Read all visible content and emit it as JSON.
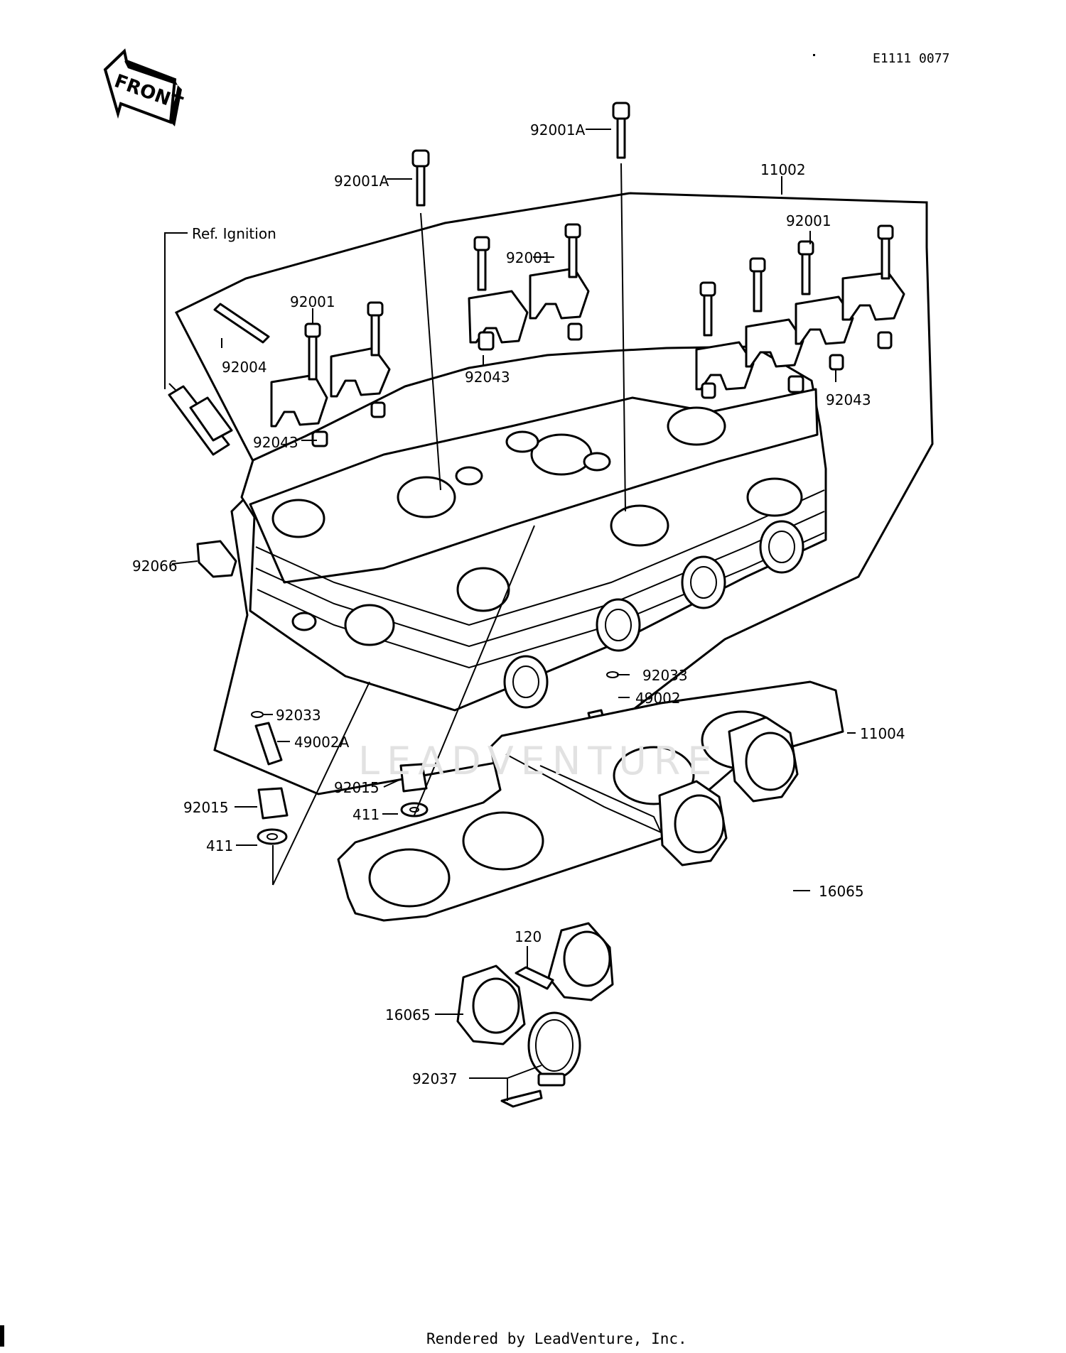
{
  "diagram_code": "E1111 0077",
  "front_label": "FRONT",
  "footer": "Rendered by LeadVenture, Inc.",
  "watermark": "LEADVENTURE",
  "labels": {
    "p92001A_top": "92001A",
    "p92001A_left": "92001A",
    "p11002": "11002",
    "ref_ignition": "Ref. Ignition",
    "p92001_right": "92001",
    "p92001_mid": "92001",
    "p92001_left": "92001",
    "p92004": "92004",
    "p92043_mid": "92043",
    "p92043_right": "92043",
    "p92043_left": "92043",
    "p92066": "92066",
    "p92033_right": "92033",
    "p49002": "49002",
    "p92033_left": "92033",
    "p49002A": "49002A",
    "p11004": "11004",
    "p92015_right": "92015",
    "p411_right": "411",
    "p92015_left": "92015",
    "p411_left": "411",
    "p16065_right": "16065",
    "p120": "120",
    "p16065_left": "16065",
    "p92037": "92037"
  }
}
